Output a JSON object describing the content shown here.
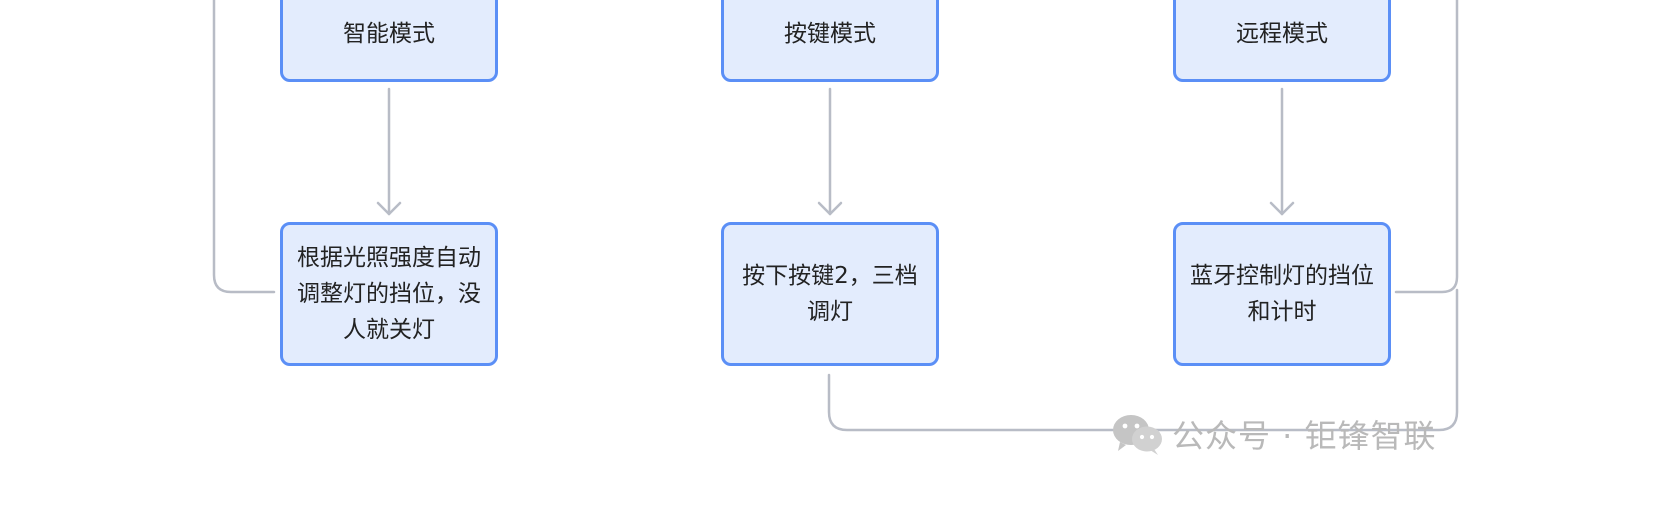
{
  "nodes": {
    "smart_mode": "智能模式",
    "key_mode": "按键模式",
    "remote_mode": "远程模式",
    "smart_action": "根据光照强度自动调整灯的挡位，没人就关灯",
    "key_action": "按下按键2，三档调灯",
    "remote_action": "蓝牙控制灯的挡位和计时"
  },
  "watermark": {
    "icon": "wechat-icon",
    "text": "公众号 · 钜锋智联"
  },
  "colors": {
    "node_fill": "#e3ecfd",
    "node_border": "#5b8ff6",
    "connector": "#b8bcc6",
    "watermark": "#b9b9b9"
  }
}
